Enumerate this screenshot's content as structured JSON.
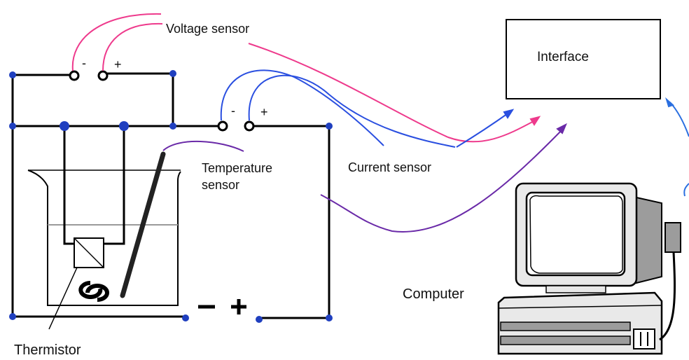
{
  "labels": {
    "voltage_sensor": "Voltage sensor",
    "interface": "Interface",
    "current_sensor": "Current sensor",
    "temperature_sensor_line1": "Temperature",
    "temperature_sensor_line2": "sensor",
    "computer": "Computer",
    "thermistor": "Thermistor",
    "voltage_minus": "-",
    "voltage_plus": "+",
    "current_minus": "-",
    "current_plus": "+",
    "battery_minus": "−",
    "battery_plus": "+"
  },
  "colors": {
    "wire": "#000000",
    "node": "#1f3fbf",
    "voltage_lead": "#ee3a8c",
    "current_lead": "#2a4fe0",
    "temperature_lead": "#6a2aa8",
    "interface_lead": "#2a6fe0",
    "water": "#9a9a9a",
    "computer_body": "#e9e9e9",
    "computer_shadow": "#9c9c9c"
  },
  "icons": {
    "stirrer": "stirrer-icon",
    "computer": "computer-icon"
  }
}
